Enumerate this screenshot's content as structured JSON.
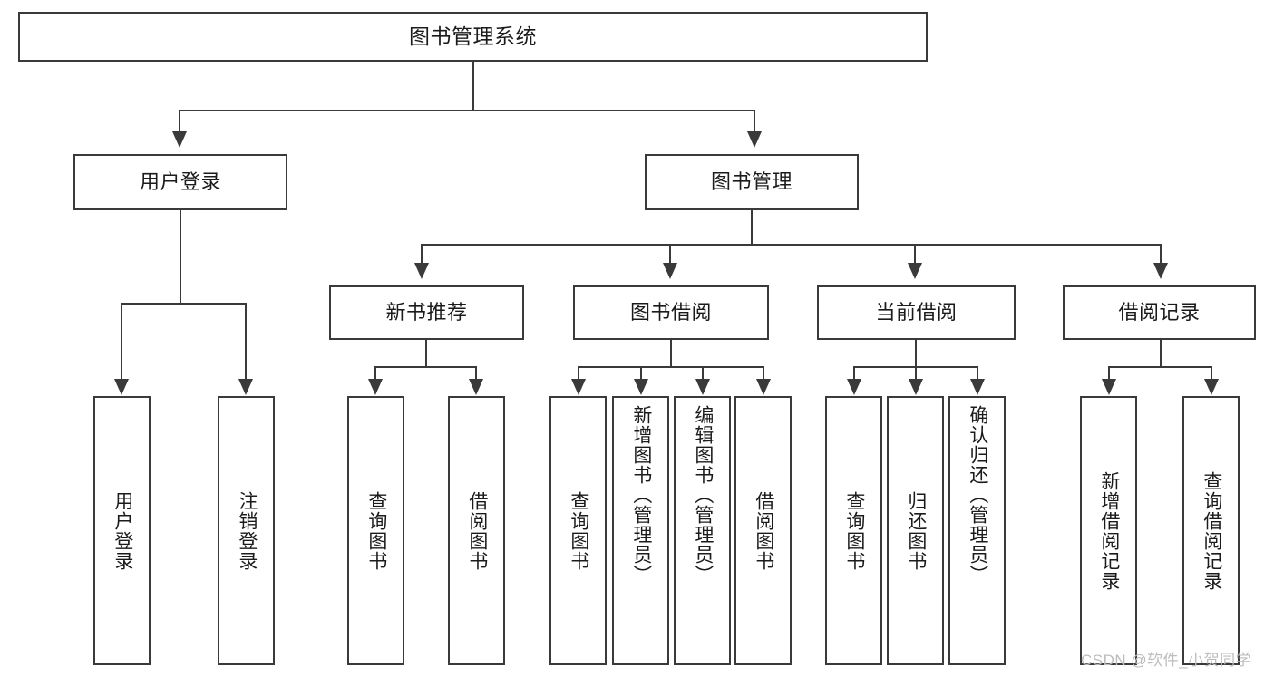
{
  "diagram": {
    "title": "图书管理系统",
    "type": "tree",
    "root": {
      "label": "图书管理系统"
    },
    "level2": [
      {
        "label": "用户登录"
      },
      {
        "label": "图书管理"
      }
    ],
    "level3": [
      {
        "label": "新书推荐"
      },
      {
        "label": "图书借阅"
      },
      {
        "label": "当前借阅"
      },
      {
        "label": "借阅记录"
      }
    ],
    "leaves": {
      "user_login": [
        {
          "label": "用户登录"
        },
        {
          "label": "注销登录"
        }
      ],
      "new_book_recommend": [
        {
          "label": "查询图书"
        },
        {
          "label": "借阅图书"
        }
      ],
      "book_borrow": [
        {
          "label": "查询图书"
        },
        {
          "label": "新增图书（管理员）"
        },
        {
          "label": "编辑图书（管理员）"
        },
        {
          "label": "借阅图书"
        }
      ],
      "current_borrow": [
        {
          "label": "查询图书"
        },
        {
          "label": "归还图书"
        },
        {
          "label": "确认归还（管理员）"
        }
      ],
      "borrow_record": [
        {
          "label": "新增借阅记录"
        },
        {
          "label": "查询借阅记录"
        }
      ]
    }
  },
  "watermark": {
    "text": "CSDN @软件_小贺同学"
  },
  "colors": {
    "stroke": "#3a3a3a",
    "background": "#ffffff",
    "text": "#1b1b1b",
    "watermark": "#bdbdbd"
  }
}
